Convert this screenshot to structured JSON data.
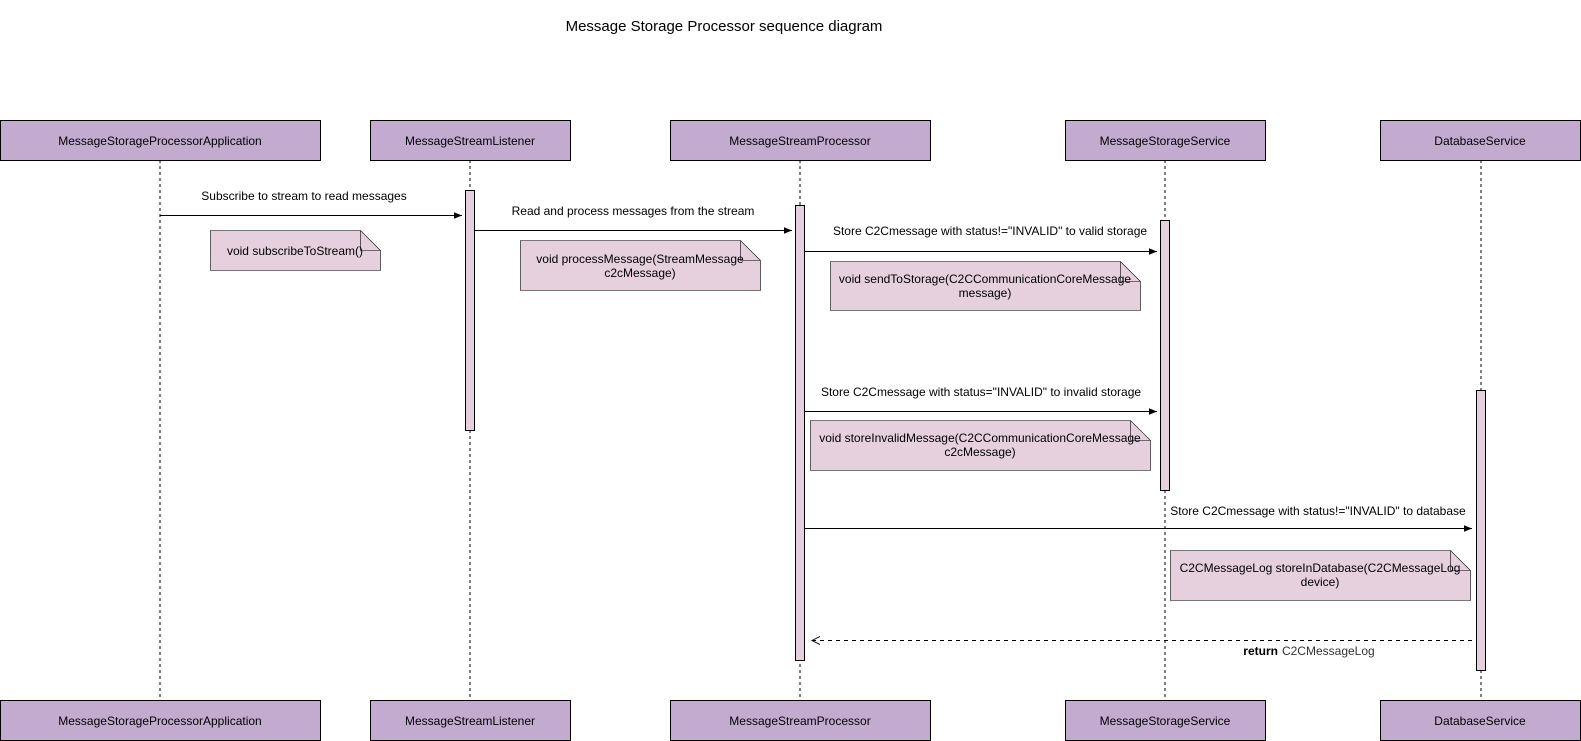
{
  "title": "Message Storage Processor sequence diagram",
  "colors": {
    "participant_fill": "#C3ABD0",
    "activation_fill": "#E6D0DE",
    "note_fill": "#E6D0DE",
    "line": "#000000"
  },
  "participants": [
    {
      "id": "app",
      "label": "MessageStorageProcessorApplication"
    },
    {
      "id": "listener",
      "label": "MessageStreamListener"
    },
    {
      "id": "processor",
      "label": "MessageStreamProcessor"
    },
    {
      "id": "storage",
      "label": "MessageStorageService"
    },
    {
      "id": "db",
      "label": "DatabaseService"
    }
  ],
  "messages": [
    {
      "from": "app",
      "to": "listener",
      "label": "Subscribe to stream to read messages",
      "dashed": false
    },
    {
      "from": "listener",
      "to": "processor",
      "label": "Read and process messages from the stream",
      "dashed": false
    },
    {
      "from": "processor",
      "to": "storage",
      "label": "Store C2Cmessage with status!=\"INVALID\" to valid storage",
      "dashed": false
    },
    {
      "from": "processor",
      "to": "storage",
      "label": "Store C2Cmessage with status=\"INVALID\" to invalid storage",
      "dashed": false
    },
    {
      "from": "processor",
      "to": "db",
      "label": "Store C2Cmessage with status!=\"INVALID\" to database",
      "dashed": false
    },
    {
      "from": "db",
      "to": "processor",
      "label_bold": "return",
      "label": "C2CMessageLog",
      "dashed": true
    }
  ],
  "notes": [
    {
      "lines": [
        "void subscribeToStream()"
      ]
    },
    {
      "lines": [
        "void processMessage(StreamMessage",
        "c2cMessage)"
      ]
    },
    {
      "lines": [
        "void sendToStorage(C2CCommunicationCoreMessage",
        "message)"
      ]
    },
    {
      "lines": [
        "void storeInvalidMessage(C2CCommunicationCoreMessage",
        "c2cMessage)"
      ]
    },
    {
      "lines": [
        "C2CMessageLog storeInDatabase(C2CMessageLog",
        "device)"
      ]
    }
  ]
}
